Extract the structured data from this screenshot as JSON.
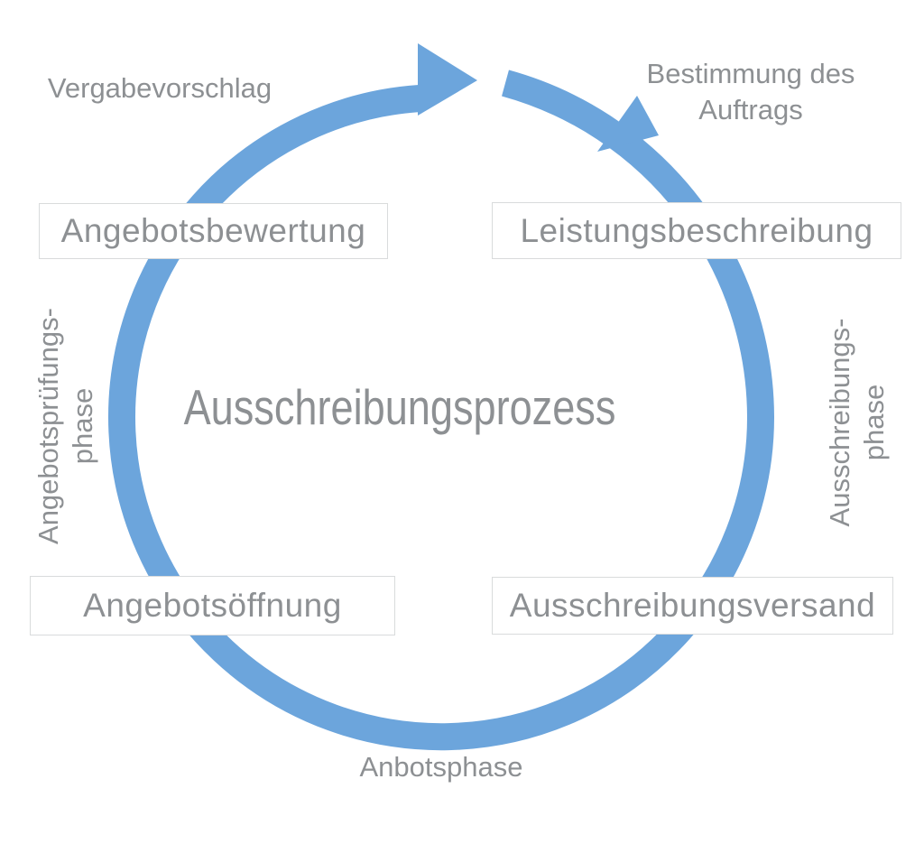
{
  "colors": {
    "accent": "#6CA5DC",
    "text": "#8D9093",
    "box_border": "#D9DBDC",
    "box_bg": "#FFFFFF"
  },
  "center": {
    "title": "Ausschreibungsprozess"
  },
  "stages": {
    "top_left": {
      "label": "Angebotsbewertung"
    },
    "top_right": {
      "label": "Leistungsbeschreibung"
    },
    "bottom_left": {
      "label": "Angebotsöffnung"
    },
    "bottom_right": {
      "label": "Ausschreibungsversand"
    }
  },
  "annotations": {
    "top_left": "Vergabevorschlag",
    "top_right_line1": "Bestimmung des",
    "top_right_line2": "Auftrags",
    "left_line1": "Angebotsprüfungs-",
    "left_line2": "phase",
    "right_line1": "Ausschreibungs-",
    "right_line2": "phase",
    "bottom": "Anbotsphase"
  }
}
